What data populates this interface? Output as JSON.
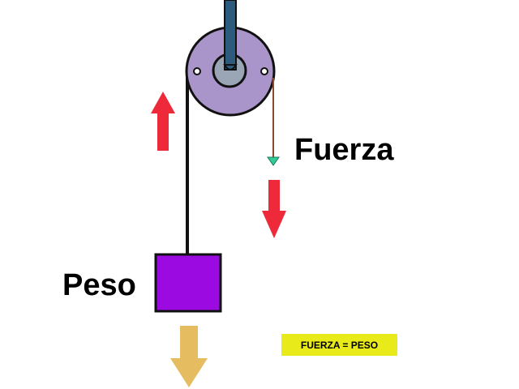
{
  "labels": {
    "force": "Fuerza",
    "weight": "Peso",
    "equation": "FUERZA = PESO"
  },
  "colors": {
    "pulley_disk": "#a995c9",
    "pulley_hub": "#9aa6b5",
    "pulley_axle": "#2d5b7e",
    "rope": "#111111",
    "pull_rope": "#8b4a2b",
    "rope_tip": "#33cc99",
    "weight_block": "#9b0ae0",
    "up_arrow": "#ee2a3a",
    "down_arrow": "#ee2a3a",
    "weight_arrow": "#e5bc60",
    "equation_box": "#e8ea1a"
  }
}
